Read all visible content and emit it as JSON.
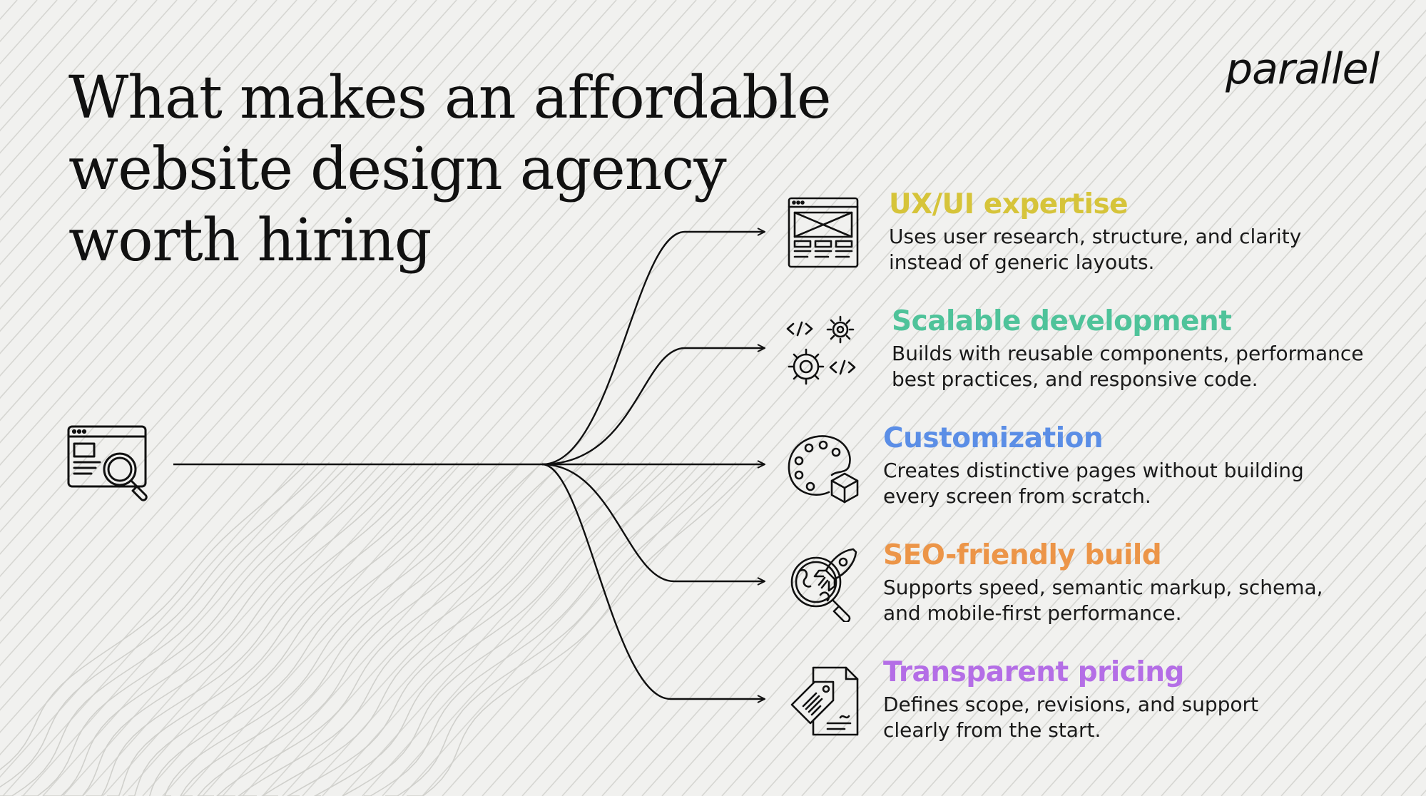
{
  "title": {
    "line1": "What makes an affordable",
    "line2": "website design agency",
    "line3": "worth hiring"
  },
  "brand": "parallel",
  "source_icon": "browser-search-icon",
  "items": [
    {
      "title": "UX/UI expertise",
      "desc_line1": "Uses user research, structure, and clarity",
      "desc_line2": "instead of generic layouts.",
      "color": "#d6c43a",
      "icon": "wireframe-layout-icon"
    },
    {
      "title": "Scalable development",
      "desc_line1": "Builds with reusable components, performance",
      "desc_line2": "best practices, and responsive code.",
      "color": "#4fc39a",
      "icon": "code-gears-icon"
    },
    {
      "title": "Customization",
      "desc_line1": "Creates distinctive pages without building",
      "desc_line2": "every screen from scratch.",
      "color": "#5b8ee6",
      "icon": "palette-cube-icon"
    },
    {
      "title": "SEO-friendly build",
      "desc_line1": "Supports speed, semantic markup, schema,",
      "desc_line2": "and mobile-first performance.",
      "color": "#ec9548",
      "icon": "globe-rocket-search-icon"
    },
    {
      "title": "Transparent pricing",
      "desc_line1": "Defines scope, revisions, and support",
      "desc_line2": "clearly from the start.",
      "color": "#b46ee6",
      "icon": "price-tag-document-icon"
    }
  ]
}
